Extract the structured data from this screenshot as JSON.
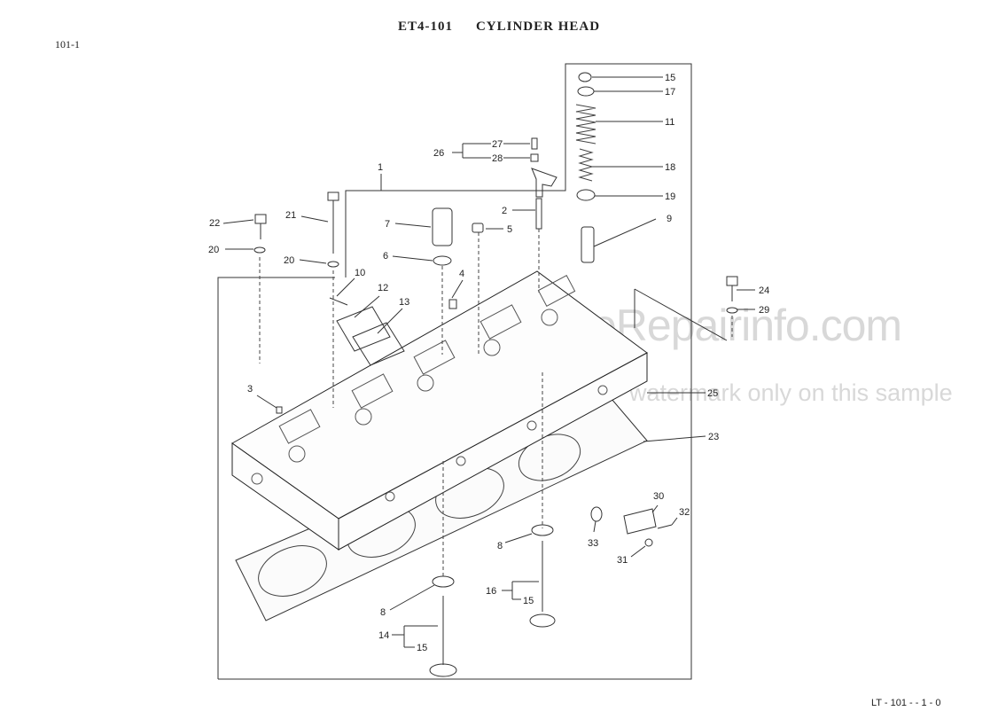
{
  "header": {
    "code": "ET4-101",
    "title": "CYLINDER HEAD",
    "page_ref": "101-1"
  },
  "footer": {
    "ref": "LT - 101 - - 1 - 0"
  },
  "watermark": {
    "line1": "eRepairinfo.com",
    "line2": "watermark only on this sample"
  },
  "labels": {
    "l15a": "15",
    "l17": "17",
    "l11": "11",
    "l18": "18",
    "l19": "19",
    "l9": "9",
    "l27": "27",
    "l26": "26",
    "l28": "28",
    "l1": "1",
    "l2": "2",
    "l5": "5",
    "l22": "22",
    "l21": "21",
    "l7": "7",
    "l20a": "20",
    "l20b": "20",
    "l6": "6",
    "l10": "10",
    "l12": "12",
    "l13": "13",
    "l4": "4",
    "l24": "24",
    "l29": "29",
    "l25": "25",
    "l3": "3",
    "l23": "23",
    "l30": "30",
    "l32": "32",
    "l33": "33",
    "l8a": "8",
    "l31": "31",
    "l16": "16",
    "l15b": "15",
    "l8b": "8",
    "l14": "14",
    "l15c": "15"
  }
}
